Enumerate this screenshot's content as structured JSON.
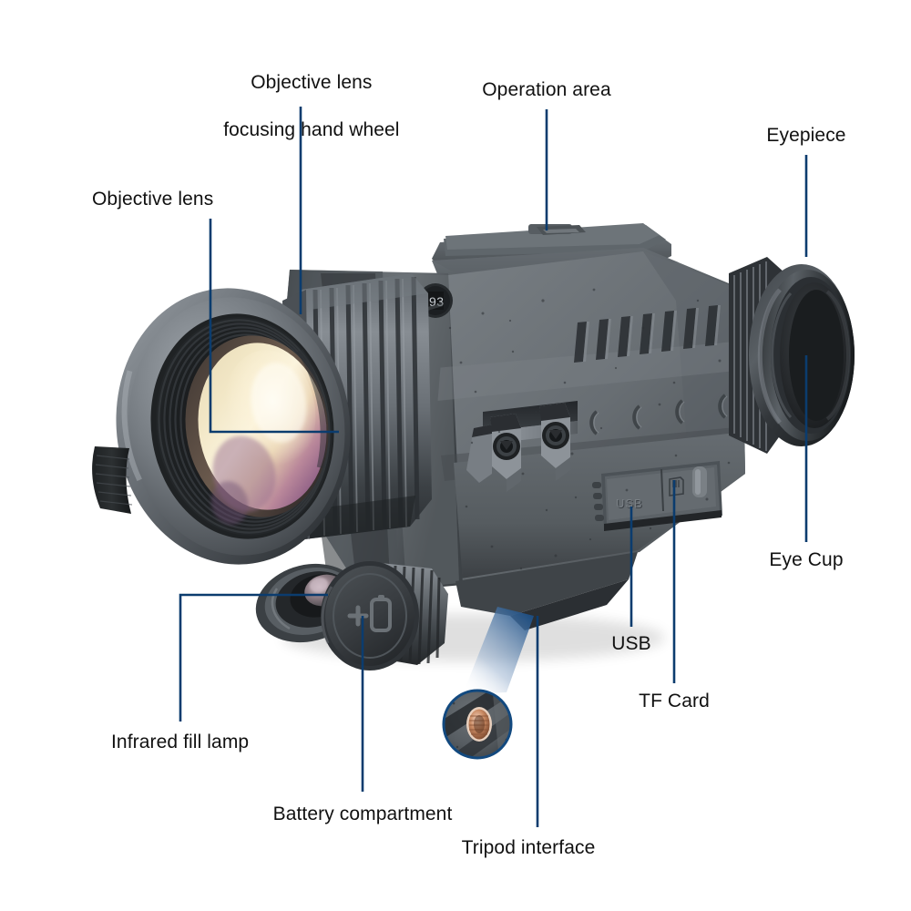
{
  "diagram": {
    "title": "Thermal imaging monocular labelled parts diagram",
    "background_color": "#ffffff",
    "leader_line_color": "#0b3c6e",
    "label_text_color": "#111111",
    "accent_copper": "#c98a63"
  },
  "labels": [
    {
      "id": "objective-lens-focusing-hand-wheel",
      "line1": "Objective lens",
      "line2": "focusing hand wheel"
    },
    {
      "id": "operation-area",
      "text": "Operation area"
    },
    {
      "id": "eyepiece",
      "text": "Eyepiece"
    },
    {
      "id": "objective-lens",
      "text": "Objective lens"
    },
    {
      "id": "eye-cup",
      "text": "Eye Cup"
    },
    {
      "id": "usb",
      "text": "USB"
    },
    {
      "id": "tf-card",
      "text": "TF Card"
    },
    {
      "id": "infrared-fill-lamp",
      "text": "Infrared fill lamp"
    },
    {
      "id": "battery-compartment",
      "text": "Battery compartment"
    },
    {
      "id": "tripod-interface",
      "text": "Tripod interface"
    }
  ],
  "device_markings": {
    "usb_port_text": "USB",
    "dial_text": "93",
    "battery_cap_icons": [
      "plus-sign",
      "battery-cell"
    ]
  },
  "callout_inset": {
    "name": "tripod-interface-magnifier",
    "shape": "circle",
    "border_color": "#12497f",
    "thread_color": "#c98a63"
  }
}
